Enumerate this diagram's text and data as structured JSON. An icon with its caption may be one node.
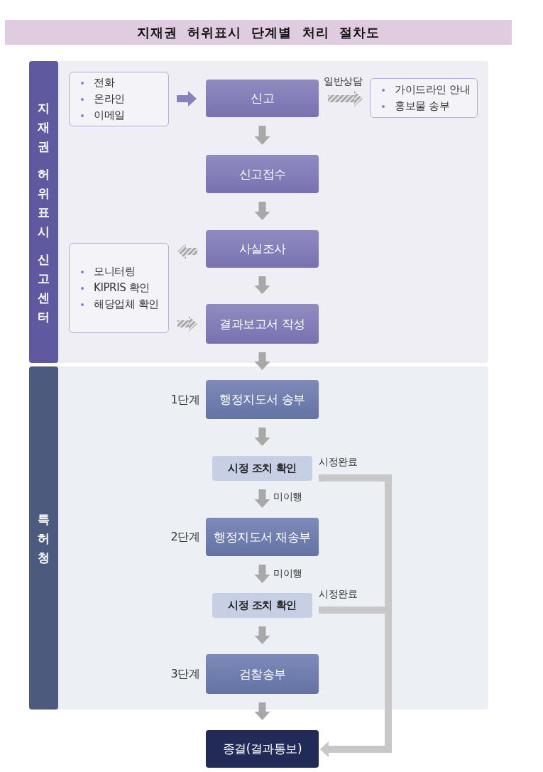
{
  "diagram": {
    "title": "지재권 허위표시 단계별 처리 절차도",
    "nodes": [
      {
        "text": [
          "지재권 허위표시 신고센터"
        ]
      },
      {
        "text": [
          "특허청"
        ]
      },
      {
        "text": [
          "전화",
          "온라인",
          "이메일"
        ],
        "in": 0
      },
      {
        "text": [
          "신고"
        ],
        "in": 0
      },
      {
        "text": [
          "가이드라인 안내",
          "홍보물 송부"
        ],
        "in": 0
      },
      {
        "text": [
          "신고접수"
        ],
        "in": 0
      },
      {
        "text": [
          "사실조사"
        ],
        "in": 0
      },
      {
        "text": [
          "모니터링",
          "KIPRIS 확인",
          "해당업체 확인"
        ],
        "in": 0
      },
      {
        "text": [
          "결과보고서 작성"
        ],
        "in": 0
      },
      {
        "text": [
          "행정지도서 송부"
        ],
        "in": 1,
        "beside": [
          "1단계"
        ]
      },
      {
        "text": [
          "시정 조치 확인"
        ],
        "in": 1
      },
      {
        "text": [
          "행정지도서 재송부"
        ],
        "in": 1,
        "beside": [
          "2단계"
        ]
      },
      {
        "text": [
          "시정 조치 확인"
        ],
        "in": 1
      },
      {
        "text": [
          "검찰송부"
        ],
        "in": 1,
        "beside": [
          "3단계"
        ]
      },
      {
        "text": [
          "종결(결과통보)"
        ]
      }
    ],
    "edges": [
      {
        "from": 2,
        "to": 3,
        "arrow": "to",
        "color": "#8581bd"
      },
      {
        "from": 3,
        "to": 4,
        "arrow": "to",
        "label": "일반상담",
        "style": "dashed"
      },
      {
        "from": 3,
        "to": 5,
        "arrow": "to"
      },
      {
        "from": 5,
        "to": 6,
        "arrow": "to"
      },
      {
        "from": 6,
        "to": 7,
        "arrow": "to",
        "style": "dashed"
      },
      {
        "from": 6,
        "to": 8,
        "arrow": "to"
      },
      {
        "from": 7,
        "to": 8,
        "arrow": "to",
        "style": "dashed"
      },
      {
        "from": 8,
        "to": 9,
        "arrow": "to"
      },
      {
        "from": 9,
        "to": 10,
        "arrow": "to"
      },
      {
        "from": 10,
        "to": 11,
        "arrow": "to",
        "label": "미이행"
      },
      {
        "from": 10,
        "to": 14,
        "arrow": "to",
        "label": "시정완료",
        "color": "#c8c8c8"
      },
      {
        "from": 11,
        "to": 12,
        "arrow": "to",
        "label": "미이행"
      },
      {
        "from": 12,
        "to": 13,
        "arrow": "to"
      },
      {
        "from": 12,
        "to": 14,
        "arrow": "to",
        "label": "시정완료",
        "color": "#c8c8c8"
      },
      {
        "from": 13,
        "to": 14,
        "arrow": "to"
      }
    ]
  }
}
